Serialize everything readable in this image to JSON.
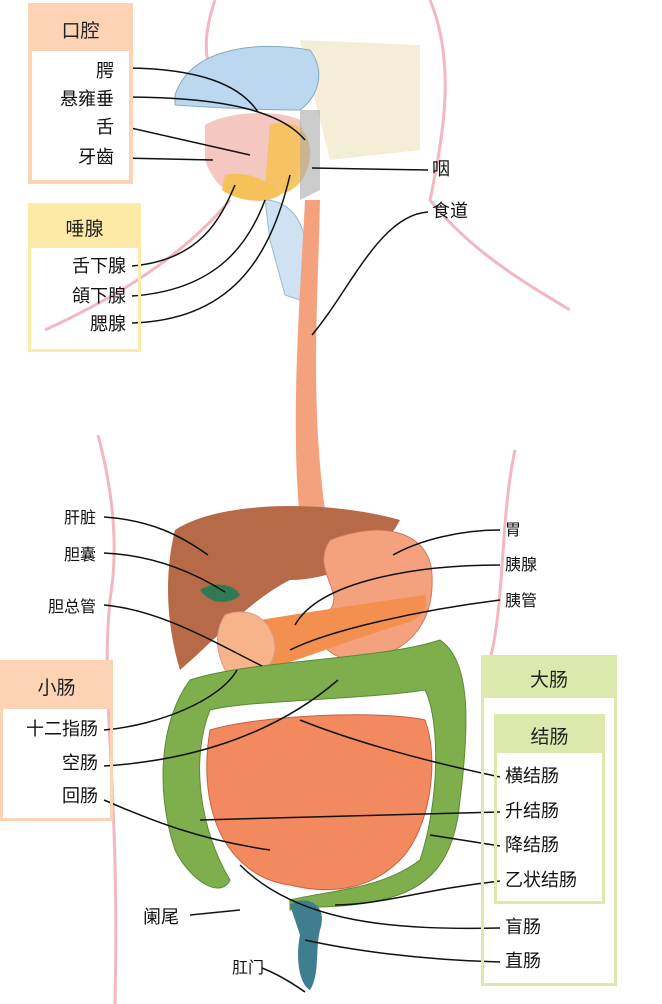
{
  "mouth": {
    "title": "口腔",
    "items": [
      "腭",
      "悬雍垂",
      "舌",
      "牙齒"
    ]
  },
  "salivary": {
    "title": "唾腺",
    "items": [
      "舌下腺",
      "頜下腺",
      "腮腺"
    ]
  },
  "pharynx": "咽",
  "esophagus": "食道",
  "liver": "肝脏",
  "gallbladder": "胆囊",
  "bile_duct": "胆总管",
  "stomach": "胃",
  "pancreas": "胰腺",
  "pancreatic_duct": "胰管",
  "small_intestine": {
    "title": "小肠",
    "items": [
      "十二指肠",
      "空肠",
      "回肠"
    ]
  },
  "large_intestine": {
    "title": "大肠",
    "colon": {
      "title": "结肠",
      "items": [
        "横结肠",
        "升结肠",
        "降结肠",
        "乙状结肠"
      ]
    },
    "cecum": "盲肠",
    "rectum": "直肠"
  },
  "appendix": "阑尾",
  "anus": "肛门",
  "colors": {
    "peach": "#fdd3b6",
    "yellow": "#fdeaa6",
    "green": "#dbe9ad",
    "liver": "#b76a48",
    "intestine": "#f38a5f",
    "colon": "#7fae4c"
  }
}
